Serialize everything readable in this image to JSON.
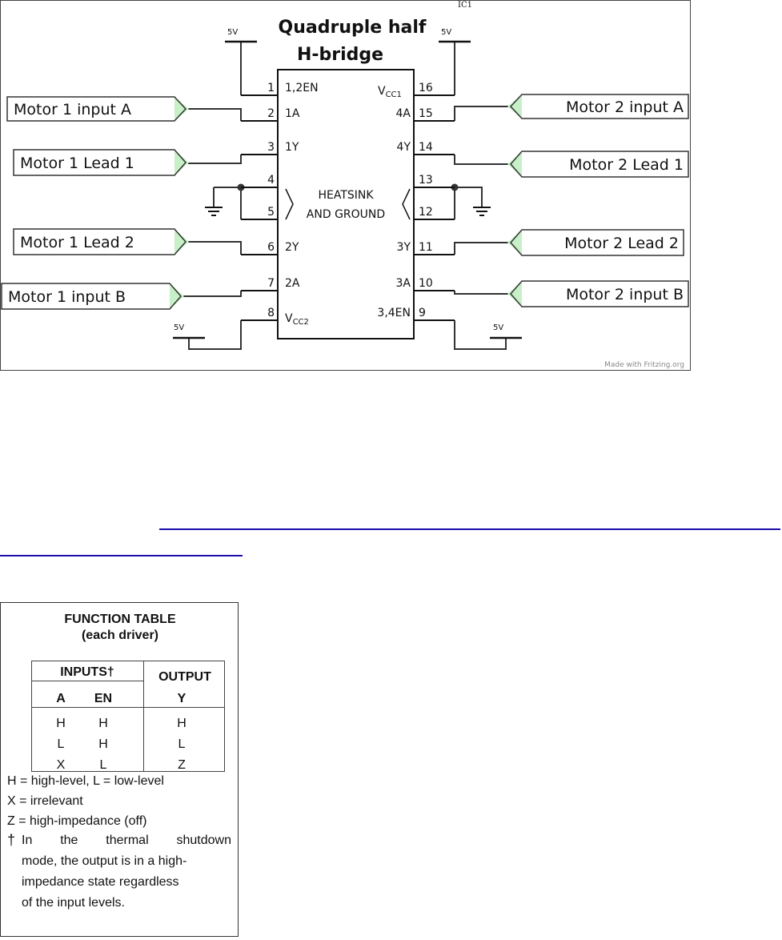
{
  "schematic": {
    "part_ref": "IC1",
    "title_line1": "Quadruple half",
    "title_line2": "H-bridge",
    "supply_label": "5V",
    "heatsink_line1": "HEATSINK",
    "heatsink_line2": "AND GROUND",
    "watermark": "Made with  Fritzing.org",
    "pins": [
      {
        "num": "1",
        "name": "1,2EN"
      },
      {
        "num": "2",
        "name": "1A"
      },
      {
        "num": "3",
        "name": "1Y"
      },
      {
        "num": "4",
        "name": ""
      },
      {
        "num": "5",
        "name": ""
      },
      {
        "num": "6",
        "name": "2Y"
      },
      {
        "num": "7",
        "name": "2A"
      },
      {
        "num": "8",
        "name": "VCC2"
      },
      {
        "num": "9",
        "name": "3,4EN"
      },
      {
        "num": "10",
        "name": "3A"
      },
      {
        "num": "11",
        "name": "3Y"
      },
      {
        "num": "12",
        "name": ""
      },
      {
        "num": "13",
        "name": ""
      },
      {
        "num": "14",
        "name": "4Y"
      },
      {
        "num": "15",
        "name": "4A"
      },
      {
        "num": "16",
        "name": "VCC1"
      }
    ],
    "vcc_main": "V",
    "vcc1_sub": "CC1",
    "vcc2_sub": "CC2",
    "connectors_left": [
      "Motor 1 input A",
      "Motor 1 Lead 1",
      "Motor 1 Lead 2",
      "Motor 1 input B"
    ],
    "connectors_right": [
      "Motor 2 input A",
      "Motor 2 Lead 1",
      "Motor 2 Lead 2",
      "Motor 2 input B"
    ]
  },
  "function_table": {
    "title": "FUNCTION TABLE",
    "subtitle": "(each driver)",
    "inputs_header": "INPUTS†",
    "output_header": "OUTPUT",
    "col_headers": [
      "A",
      "EN",
      "Y"
    ],
    "rows": [
      [
        "H",
        "H",
        "H"
      ],
      [
        "L",
        "H",
        "L"
      ],
      [
        "X",
        "L",
        "Z"
      ]
    ],
    "notes": [
      "H = high-level,  L = low-level",
      "X = irrelevant",
      "Z = high-impedance (off)"
    ],
    "dagger": "†",
    "footnote_lines": [
      "In  the  thermal  shutdown",
      "mode, the output is in a high-",
      "impedance state regardless",
      "of the input levels."
    ]
  }
}
